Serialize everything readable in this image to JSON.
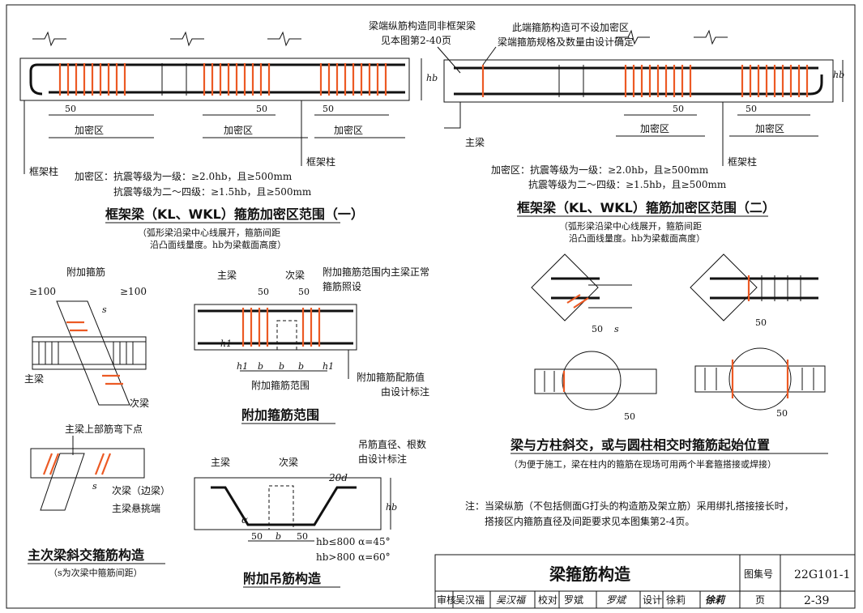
{
  "colors": {
    "stirrup": "#ec5a24",
    "ink": "#111111"
  },
  "top_left": {
    "note_zone": "加密区",
    "note_50": "50",
    "label_column": "框架柱",
    "label_hb": "hb",
    "rule_line1": "加密区：抗震等级为一级：≥2.0hb，且≥500mm",
    "rule_line2": "抗震等级为二～四级：≥1.5hb，且≥500mm",
    "title": "框架梁（KL、WKL）箍筋加密区范围（一）",
    "sub1": "（弧形梁沿梁中心线展开，箍筋间距",
    "sub2": "沿凸面线量度。hb为梁截面高度）"
  },
  "top_right": {
    "callout1_l1": "梁端纵筋构造同非框架梁",
    "callout1_l2": "见本图第2-40页",
    "callout2_l1": "此端箍筋构造可不设加密区",
    "callout2_l2": "梁端箍筋规格及数量由设计确定",
    "label_main_beam": "主梁",
    "label_column": "框架柱",
    "rule_line1": "加密区：抗震等级为一级：≥2.0hb，且≥500mm",
    "rule_line2": "抗震等级为二～四级：≥1.5hb，且≥500mm",
    "title": "框架梁（KL、WKL）箍筋加密区范围（二）",
    "sub1": "（弧形梁沿梁中心线展开，箍筋间距",
    "sub2": "沿凸面线量度。hb为梁截面高度）"
  },
  "skew": {
    "label_extra": "附加箍筋",
    "ge100": "≥100",
    "s": "s",
    "label_main": "主梁",
    "label_sec": "次梁",
    "label_bend": "主梁上部筋弯下点",
    "label_sec_edge": "次梁（边梁）",
    "label_cant": "主梁悬挑端",
    "title": "主次梁斜交箍筋构造",
    "sub": "（s为次梁中箍筋间距）"
  },
  "extra_range": {
    "label_main": "主梁",
    "label_sec": "次梁",
    "note1": "附加箍筋范围内主梁正常",
    "note2": "箍筋照设",
    "dim_h1": "h1",
    "dim_b": "b",
    "range": "附加箍筋范围",
    "note3": "附加箍筋配筋值",
    "note4": "由设计标注",
    "title": "附加箍筋范围"
  },
  "hanger": {
    "label_main": "主梁",
    "label_sec": "次梁",
    "note1": "吊筋直径、根数",
    "note2": "由设计标注",
    "d20": "20d",
    "alpha": "α",
    "rule1": "hb≤800  α=45°",
    "rule2": "hb>800  α=60°",
    "title": "附加吊筋构造"
  },
  "start_pos": {
    "s": "s",
    "title": "梁与方柱斜交，或与圆柱相交时箍筋起始位置",
    "sub": "（为便于施工，梁在柱内的箍筋在现场可用两个半套箍搭接或焊接）"
  },
  "note": {
    "line1": "注：当梁纵筋（不包括侧面G打头的构造筋及架立筋）采用绑扎搭接接长时，",
    "line2": "搭接区内箍筋直径及间距要求见本图集第2-4页。"
  },
  "title_block": {
    "title": "梁箍筋构造",
    "atlas_label": "图集号",
    "atlas_no": "22G101-1",
    "review_label": "审核",
    "reviewer": "吴汉福",
    "reviewer_sign": "吴汉福",
    "check_label": "校对",
    "checker": "罗斌",
    "checker_sign": "罗斌",
    "design_label": "设计",
    "designer": "徐莉",
    "designer_sign": "徐莉",
    "page_label": "页",
    "page_no": "2-39"
  }
}
